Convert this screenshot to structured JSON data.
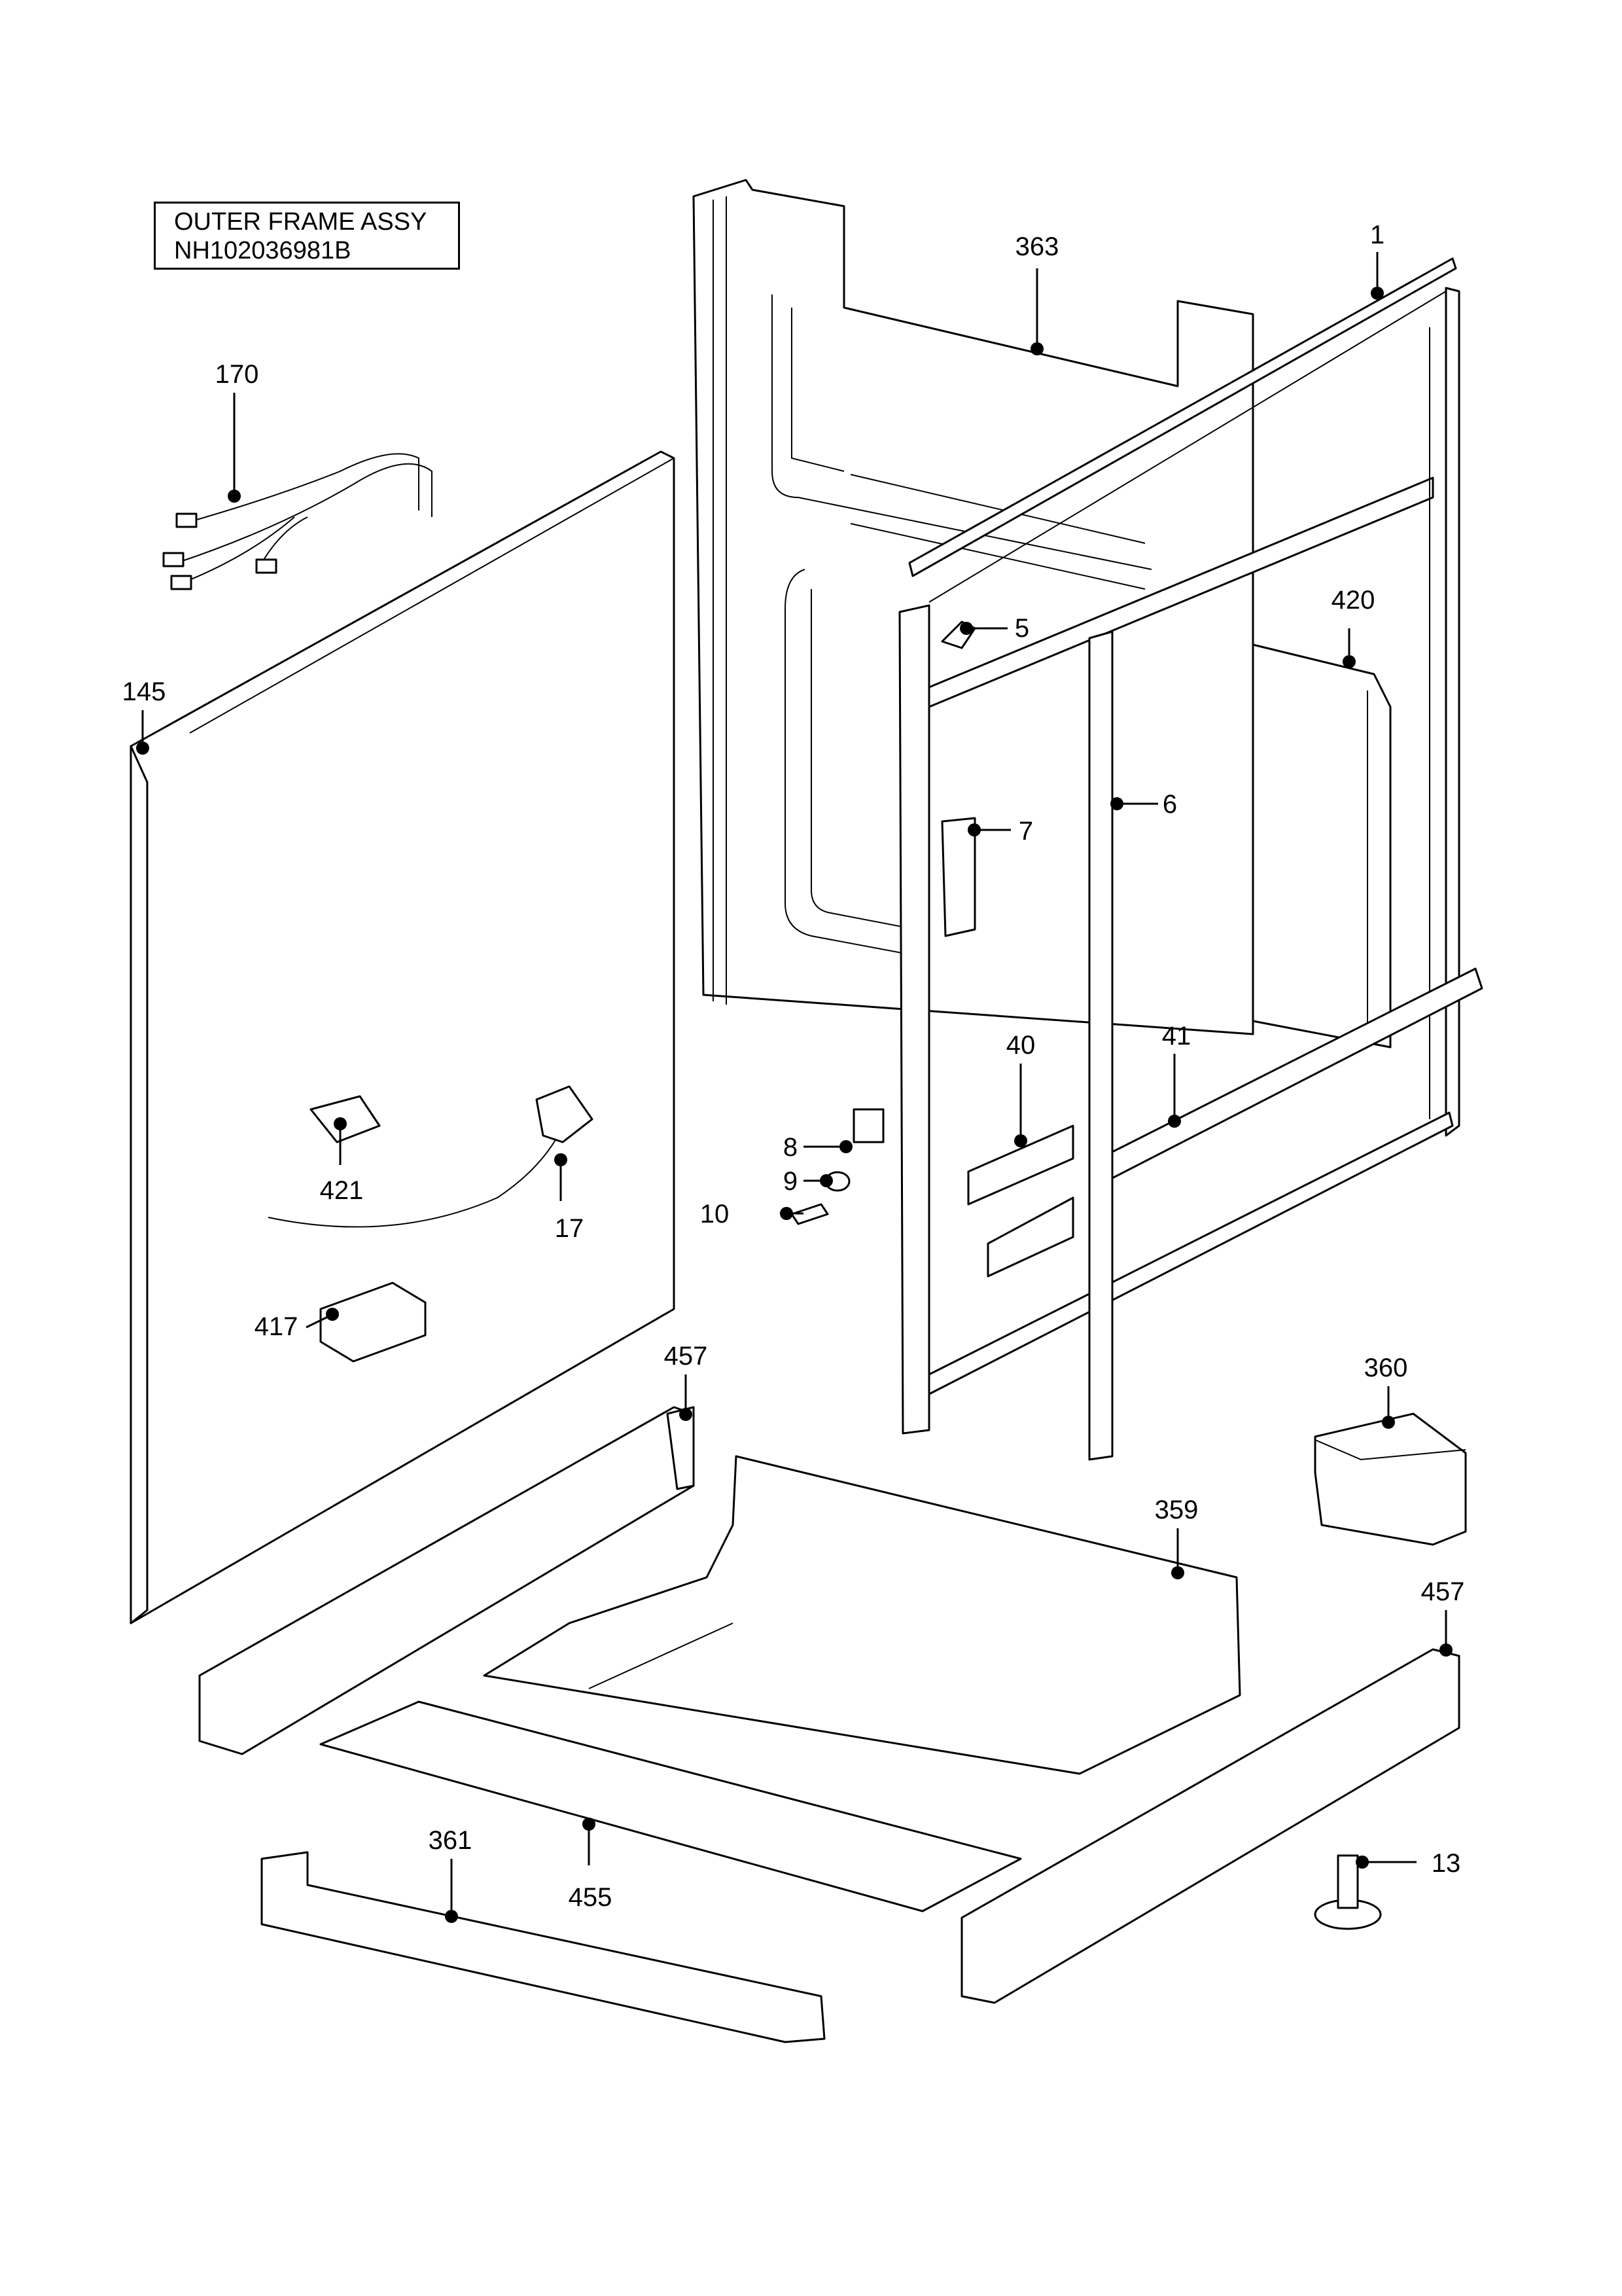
{
  "title": {
    "line1": "OUTER FRAME ASSY",
    "line2": "NH102036981B"
  },
  "callouts": [
    {
      "key": "c363",
      "number": "363"
    },
    {
      "key": "c1",
      "number": "1"
    },
    {
      "key": "c170",
      "number": "170"
    },
    {
      "key": "c145",
      "number": "145"
    },
    {
      "key": "c5",
      "number": "5"
    },
    {
      "key": "c420",
      "number": "420"
    },
    {
      "key": "c6",
      "number": "6"
    },
    {
      "key": "c7",
      "number": "7"
    },
    {
      "key": "c40",
      "number": "40"
    },
    {
      "key": "c41",
      "number": "41"
    },
    {
      "key": "c421",
      "number": "421"
    },
    {
      "key": "c17",
      "number": "17"
    },
    {
      "key": "c8",
      "number": "8"
    },
    {
      "key": "c9",
      "number": "9"
    },
    {
      "key": "c10",
      "number": "10"
    },
    {
      "key": "c417",
      "number": "417"
    },
    {
      "key": "c457a",
      "number": "457"
    },
    {
      "key": "c360",
      "number": "360"
    },
    {
      "key": "c359",
      "number": "359"
    },
    {
      "key": "c457b",
      "number": "457"
    },
    {
      "key": "c361",
      "number": "361"
    },
    {
      "key": "c455",
      "number": "455"
    },
    {
      "key": "c13",
      "number": "13"
    }
  ]
}
